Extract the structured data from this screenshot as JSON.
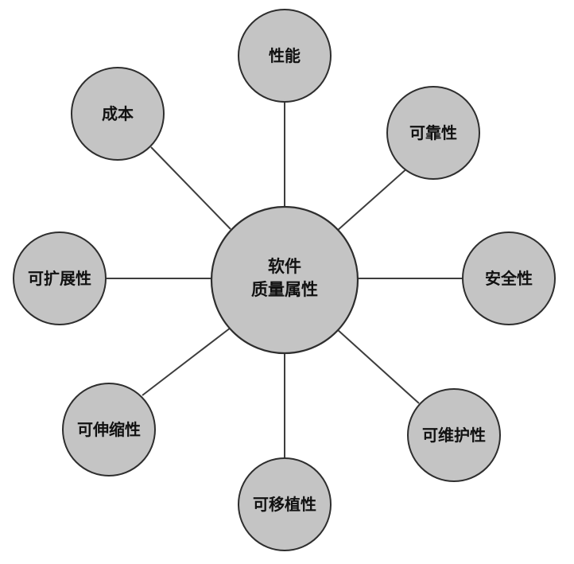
{
  "diagram": {
    "center": {
      "line1": "软件",
      "line2": "质量属性"
    },
    "attributes": [
      {
        "key": "performance",
        "label": "性能"
      },
      {
        "key": "reliability",
        "label": "可靠性"
      },
      {
        "key": "security",
        "label": "安全性"
      },
      {
        "key": "maintainability",
        "label": "可维护性"
      },
      {
        "key": "portability",
        "label": "可移植性"
      },
      {
        "key": "elasticity",
        "label": "可伸缩性"
      },
      {
        "key": "extensibility",
        "label": "可扩展性"
      },
      {
        "key": "cost",
        "label": "成本"
      }
    ]
  }
}
